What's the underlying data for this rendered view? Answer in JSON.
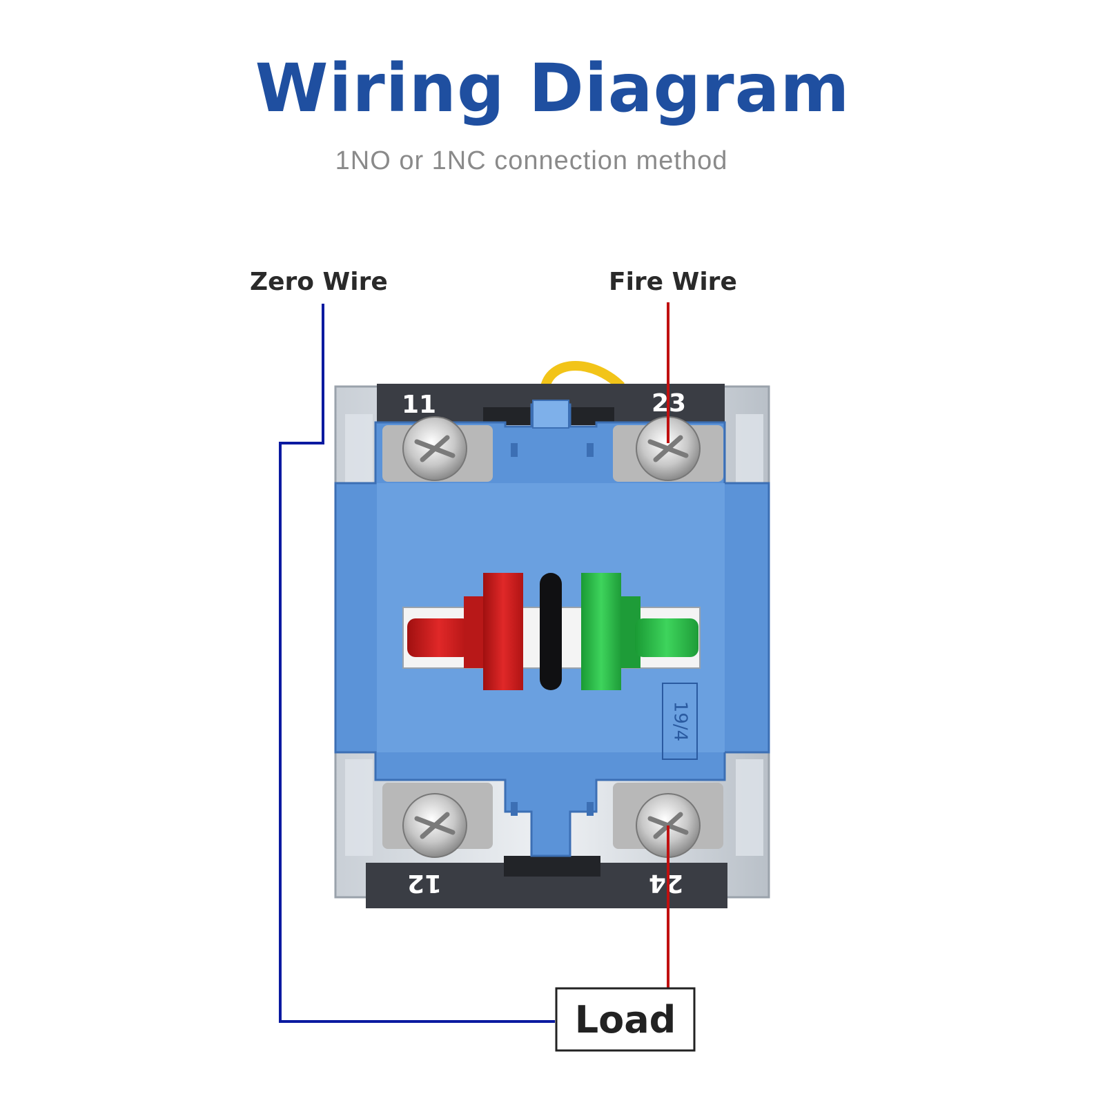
{
  "title": "Wiring Diagram",
  "subtitle": "1NO or 1NC connection method",
  "wires": {
    "zero_label": "Zero Wire",
    "fire_label": "Fire Wire",
    "zero_color": "#0a1aa0",
    "fire_color": "#c01010"
  },
  "terminals": {
    "top_left": "11",
    "top_right": "23",
    "bottom_left": "12",
    "bottom_right": "24"
  },
  "load_label": "Load",
  "module_stamp": "19/4",
  "colors": {
    "title": "#1f4fa0",
    "module_body": "#5b93d8",
    "nc_indicator": "#d42020",
    "no_indicator": "#22b040"
  }
}
